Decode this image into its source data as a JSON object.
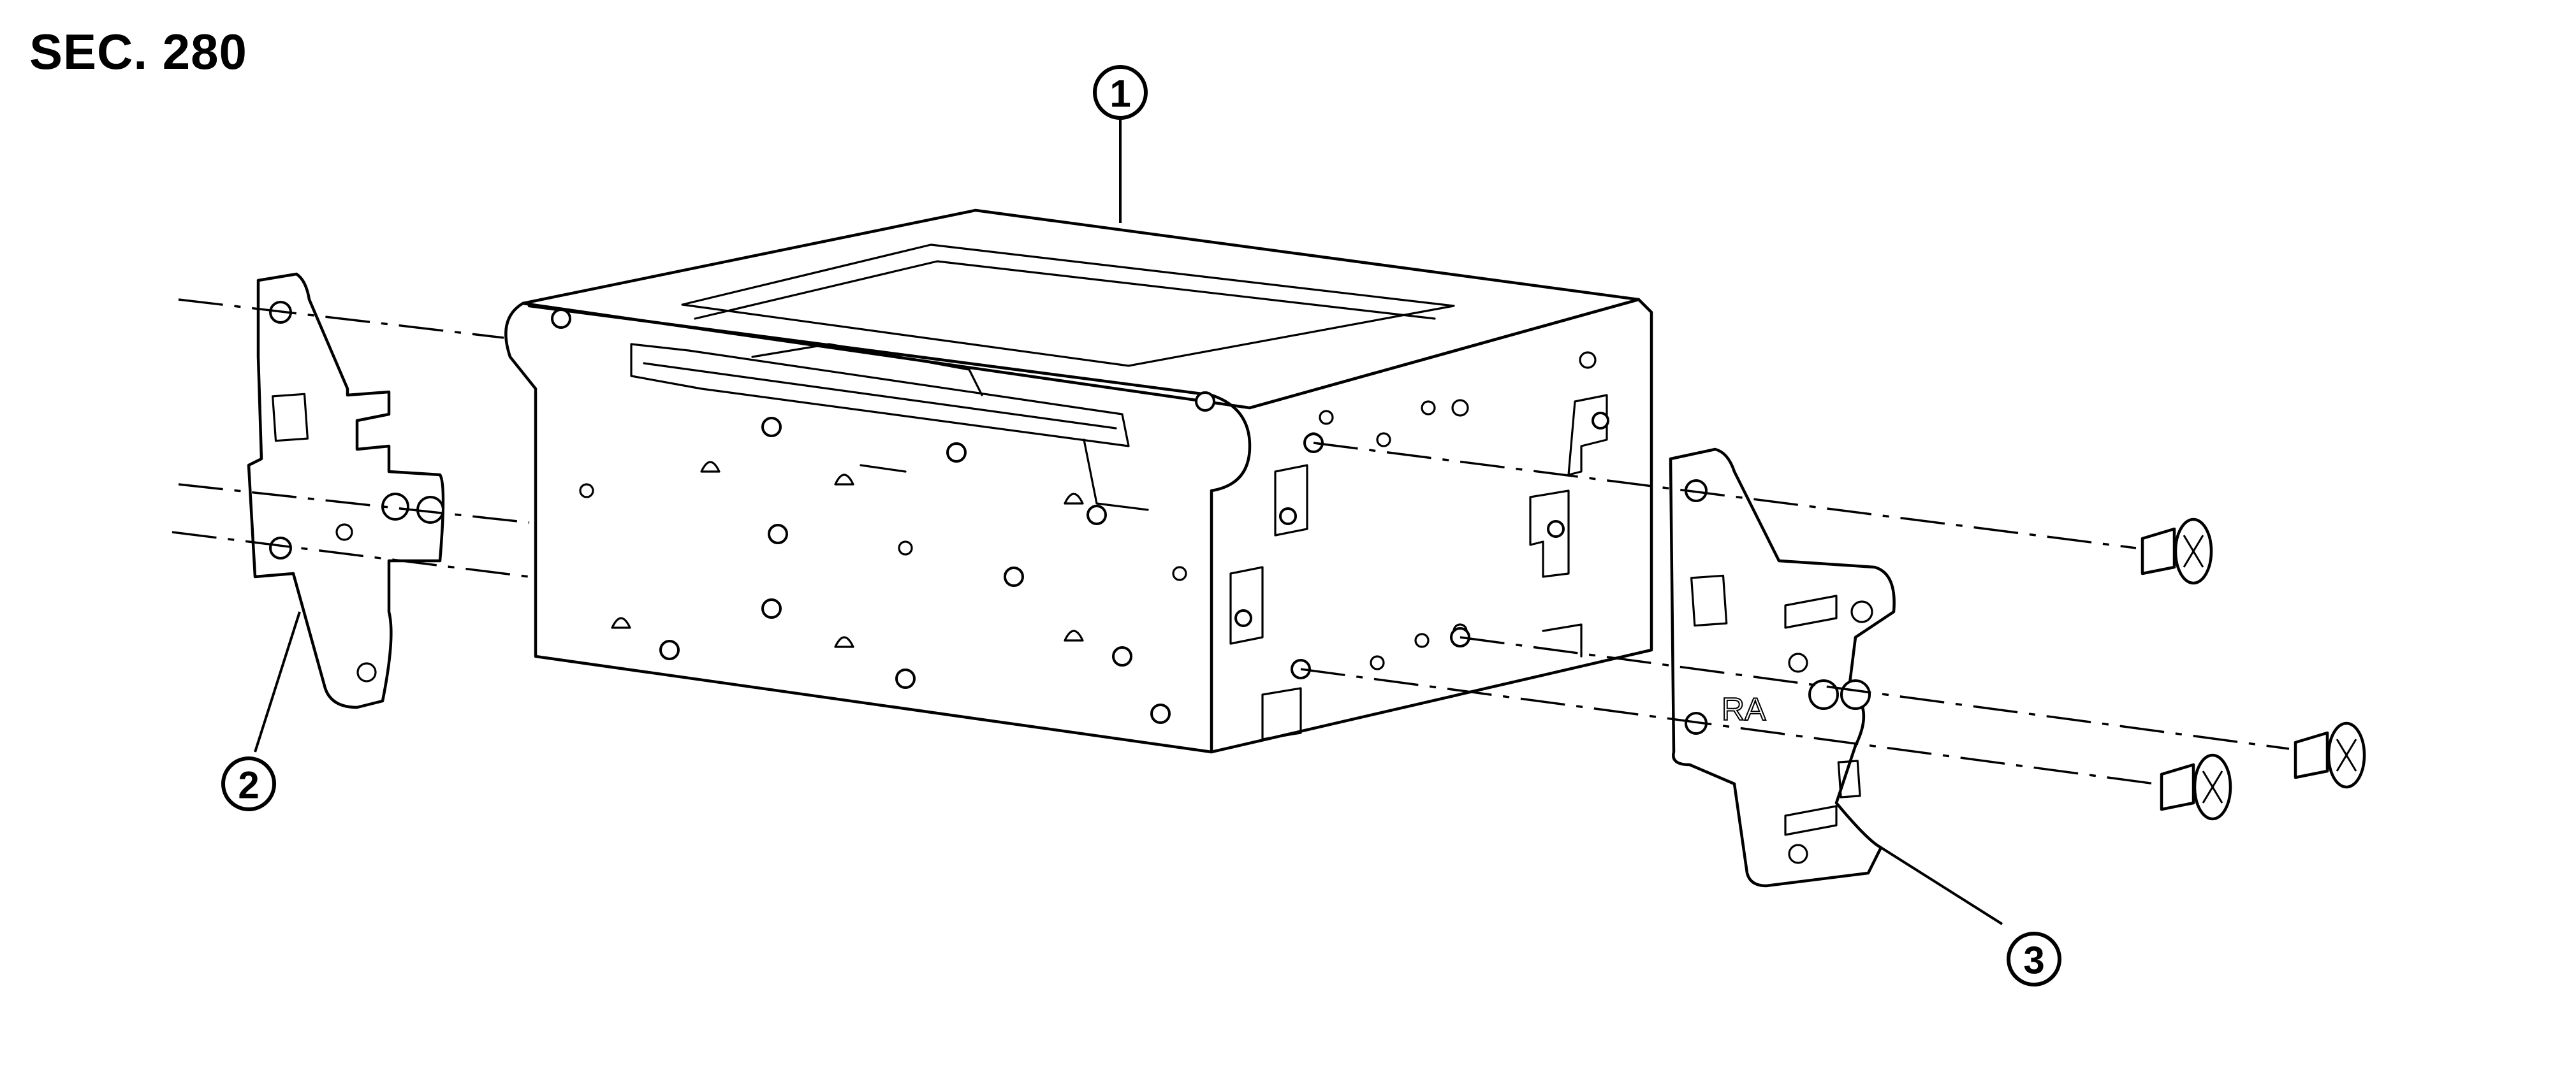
{
  "header": {
    "section_label": "SEC. 280"
  },
  "callouts": [
    {
      "id": "1",
      "label": "1"
    },
    {
      "id": "2",
      "label": "2"
    },
    {
      "id": "3",
      "label": "3"
    }
  ],
  "bracket_marking": "RA"
}
